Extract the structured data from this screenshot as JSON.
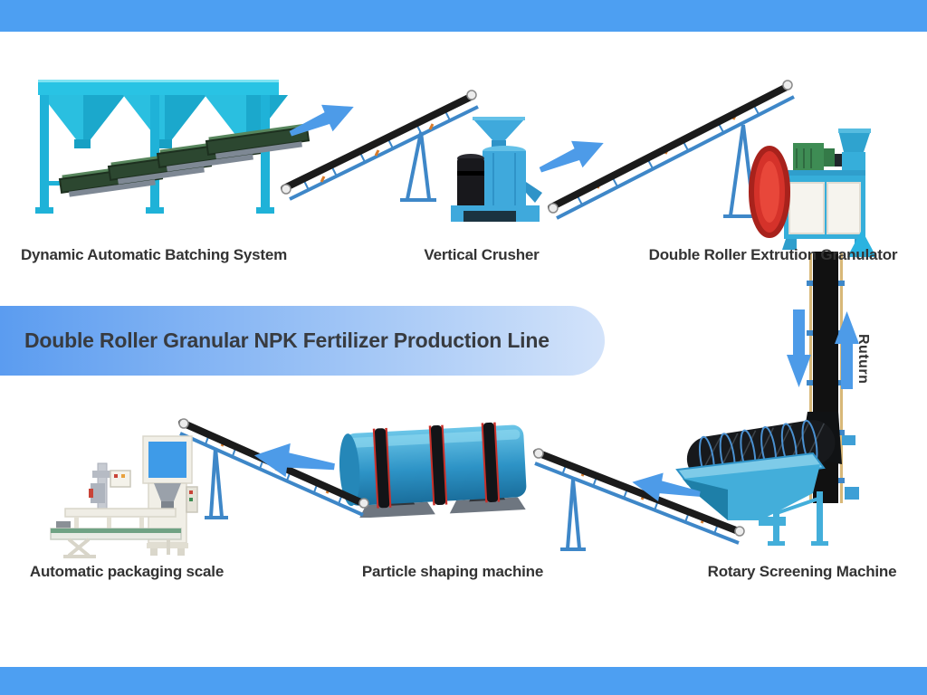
{
  "banner": {
    "title": "Double Roller Granular NPK Fertilizer Production Line"
  },
  "stations": {
    "top": [
      {
        "label": "Dynamic Automatic Batching System"
      },
      {
        "label": "Vertical Crusher"
      },
      {
        "label": "Double Roller Extrution Granulator"
      }
    ],
    "bottom": [
      {
        "label": "Automatic packaging scale"
      },
      {
        "label": "Particle shaping machine"
      },
      {
        "label": "Rotary Screening Machine"
      }
    ]
  },
  "return_flow": {
    "label": "Ruturn"
  },
  "colors": {
    "bar_blue": "#4D9FF2",
    "arrow_blue": "#4D9BE8",
    "return_arrow_cyan": "#2BB3E0",
    "banner_start": "#5B9CF0",
    "banner_end": "#D3E3FA",
    "title_color": "#383B40",
    "label_color": "#333333",
    "machine_cyan": "#29C3E4",
    "machine_blue": "#3FA9DC",
    "conveyor_frame_blue": "#3E87C8",
    "belt_black": "#1B1B1B",
    "batching_belt_green": "#2C4730",
    "granulator_red": "#D5322A",
    "granulator_motor_green": "#3E8C54",
    "cabinet_white": "#F6F4EE",
    "drum_blue": "#2D93C6",
    "packaging_cream": "#F1EFE7"
  }
}
